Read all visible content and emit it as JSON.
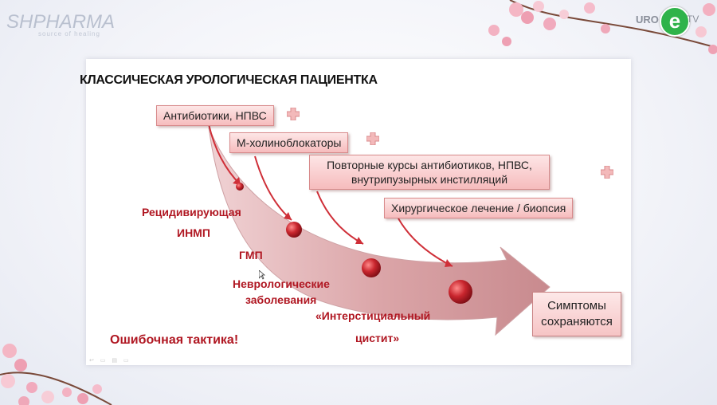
{
  "header": {
    "brand": "SHPHARMA",
    "brand_tagline": "source of healing",
    "channel_left": "URO",
    "channel_mark": "e",
    "channel_right": "TV"
  },
  "slide": {
    "title": "КЛАССИЧЕСКАЯ УРОЛОГИЧЕСКАЯ ПАЦИЕНТКА",
    "treatments": [
      "Антибиотики, НПВС",
      "М-холиноблокаторы",
      "Повторные курсы антибиотиков, НПВС,",
      "внутрипузырных инстилляций",
      "Хирургическое лечение / биопсия"
    ],
    "diagnoses": [
      "Рецидивирующая",
      "ИНМП",
      "ГМП",
      "Неврологические",
      "заболевания",
      "«Интерстициальный",
      "цистит»"
    ],
    "result": [
      "Симптомы",
      "сохраняются"
    ],
    "footer_note": "Ошибочная тактика!",
    "controls": "↩ ▭ ▤ ▭"
  },
  "colors": {
    "accent_red": "#b01722",
    "arrow_fill": "#d9a3a6",
    "box_fill": "#f6bcbd",
    "channel_green": "#2fb34a"
  }
}
